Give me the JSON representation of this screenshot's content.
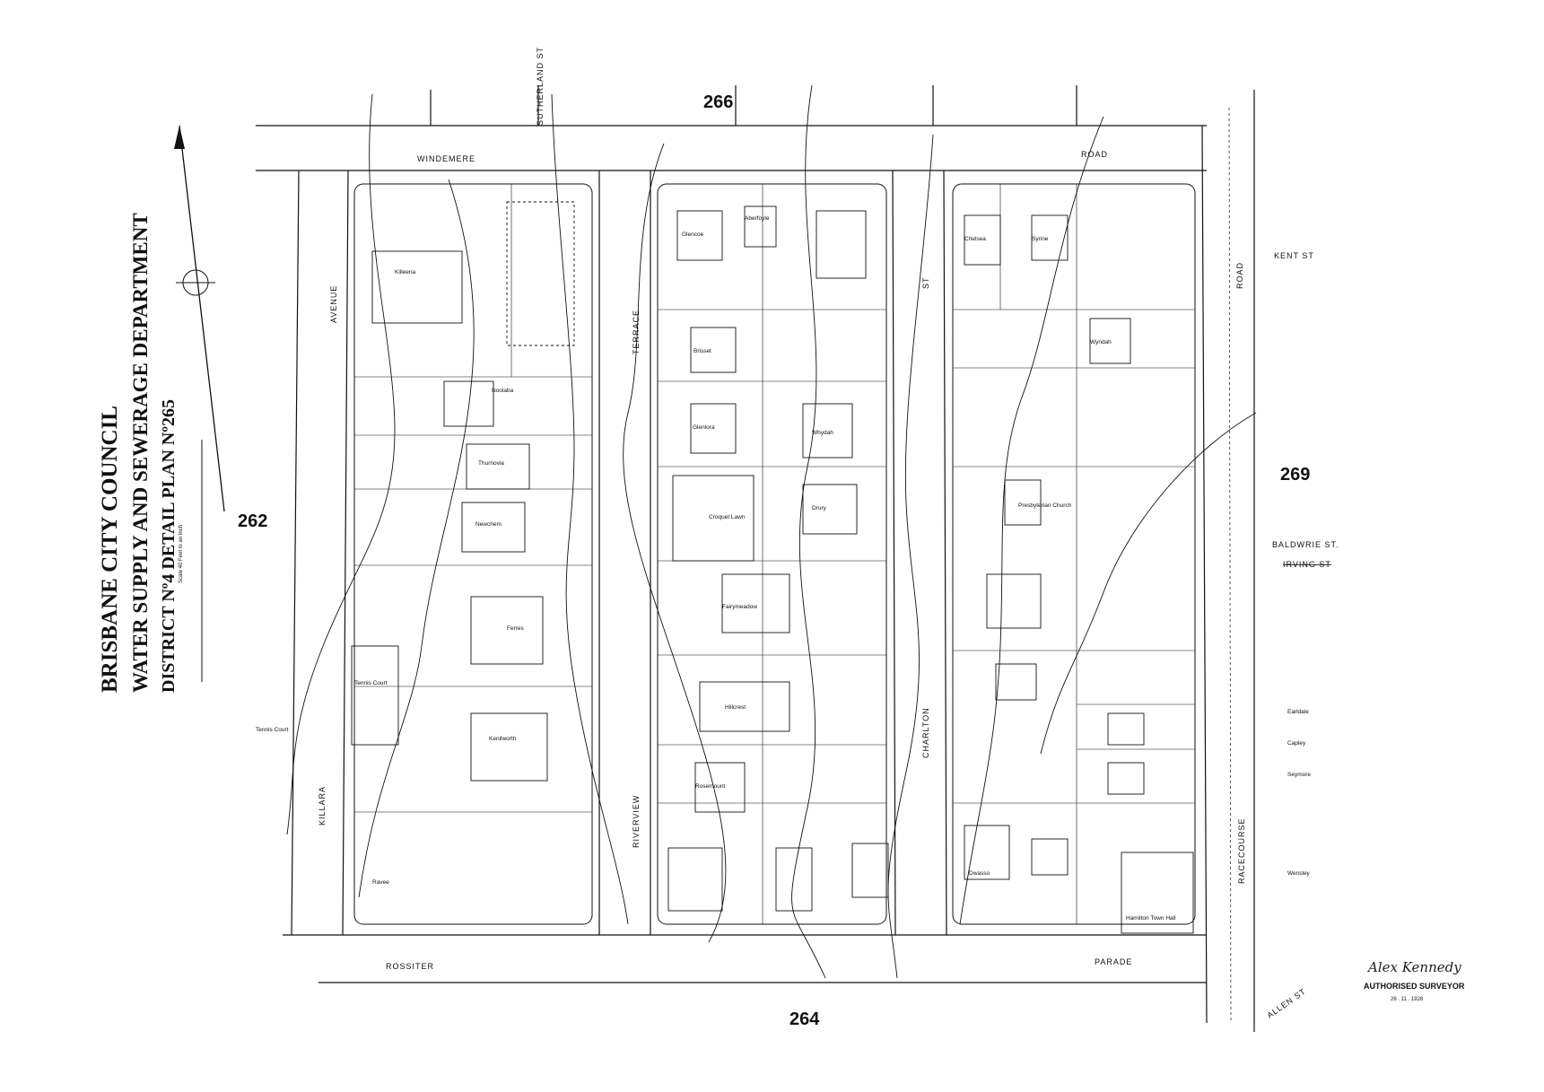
{
  "title": {
    "line1": "BRISBANE CITY COUNCIL",
    "line2": "WATER SUPPLY AND SEWERAGE DEPARTMENT",
    "line3": "DISTRICT Nº4  DETAIL PLAN Nº265"
  },
  "scale_note": "Scale 40 Feet to an Inch",
  "adjoining_sheets": {
    "north": "266",
    "south": "264",
    "west": "262",
    "east": "269"
  },
  "streets": {
    "windemere": "WINDEMERE",
    "windemere_road": "ROAD",
    "sutherland": "SUTHERLAND ST",
    "avenue": "AVENUE",
    "killara": "KILLARA",
    "terrace": "TERRACE",
    "riverview": "RIVERVIEW",
    "st": "ST",
    "charlton": "CHARLTON",
    "road_east": "ROAD",
    "racecourse": "RACECOURSE",
    "kent": "KENT ST",
    "baldwrie": "BALDWRIE ST.",
    "irving": "IRVING ST",
    "rossiter": "ROSSITER",
    "parade": "PARADE",
    "allen": "ALLEN ST"
  },
  "buildings": [
    "Killeena",
    "Noolaba",
    "Thurnovia",
    "Newchem",
    "Ferres",
    "Kenilworth",
    "Tennis Court",
    "Tennis Court",
    "Glencoe",
    "Aberfoyle",
    "Brisset",
    "Glenlora",
    "Croquet Lawn",
    "Fairymeadow",
    "Hillcrest",
    "Rosemount",
    "Whydah",
    "Drury",
    "Chelsea",
    "Syrine",
    "Wyndah",
    "Presbyterian Church",
    "Dwasso",
    "Hamilton Town Hall",
    "Ravee",
    "Wensley",
    "Earldale",
    "Capley",
    "Seymore"
  ],
  "surveyor": {
    "signature": "Alex Kennedy",
    "title": "AUTHORISED SURVEYOR",
    "date": "26 . 11 . 1928"
  },
  "colors": {
    "ink": "#111111",
    "paper": "#ffffff"
  }
}
